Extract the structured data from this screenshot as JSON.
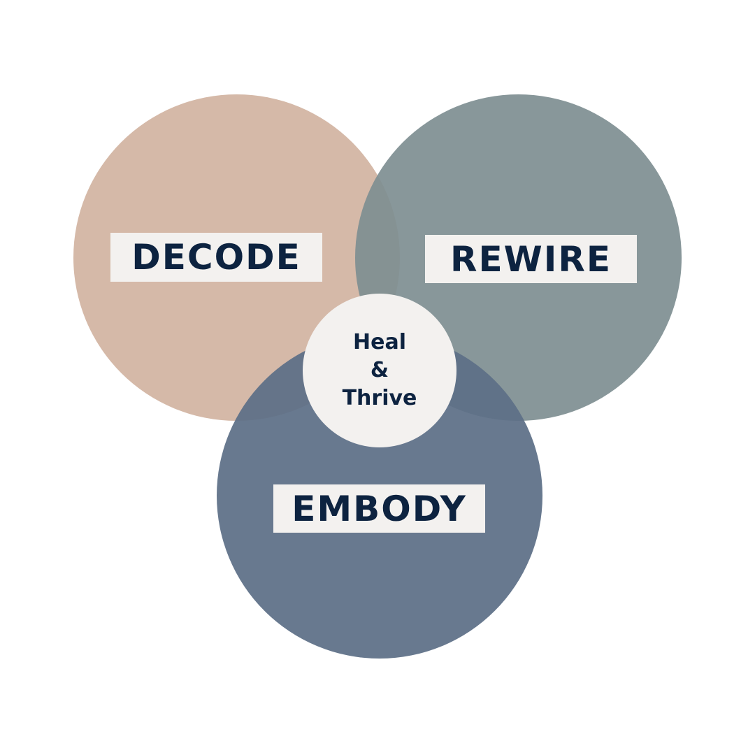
{
  "circles": {
    "decode": {
      "label": "DECODE",
      "color": "#d5b9a8"
    },
    "rewire": {
      "label": "REWIRE",
      "color": "#7e8e91"
    },
    "embody": {
      "label": "EMBODY",
      "color": "#5d6f86"
    }
  },
  "center": {
    "line1": "Heal",
    "line2": "&",
    "line3": "Thrive"
  },
  "colors": {
    "text": "#0d2340",
    "label_bg": "#f3f1ef"
  }
}
